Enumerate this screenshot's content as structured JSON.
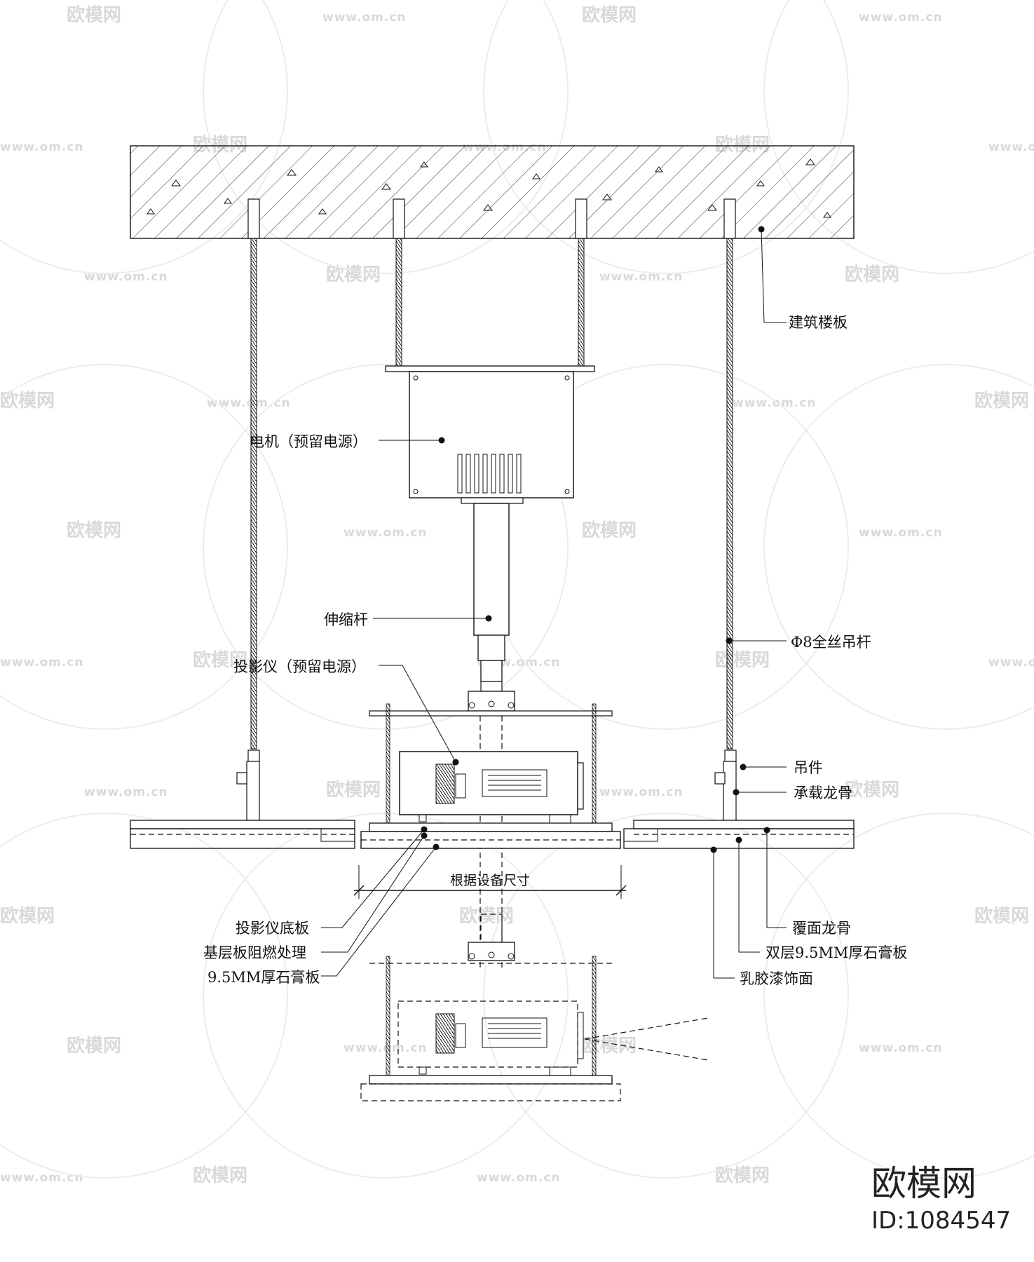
{
  "labels": {
    "floor_slab": "建筑楼板",
    "motor": "电机（预留电源）",
    "telescopic_rod": "伸缩杆",
    "projector": "投影仪（预留电源）",
    "hanger_rod": "Φ8全丝吊杆",
    "hanger": "吊件",
    "main_keel": "承载龙骨",
    "projector_base": "投影仪底板",
    "base_board": "基层板阻燃处理",
    "gypsum_single": "9.5MM厚石膏板",
    "cover_keel": "覆面龙骨",
    "gypsum_double": "双层9.5MM厚石膏板",
    "latex_finish": "乳胶漆饰面",
    "dimension": "根据设备尺寸"
  },
  "watermark": {
    "brand_text": "欧模网",
    "url_text": "www.om.cn"
  },
  "brand": {
    "name": "欧模网",
    "id": "ID:1084547"
  },
  "colors": {
    "line": "#111111",
    "watermark": "#d9d9d9",
    "background": "#ffffff"
  }
}
